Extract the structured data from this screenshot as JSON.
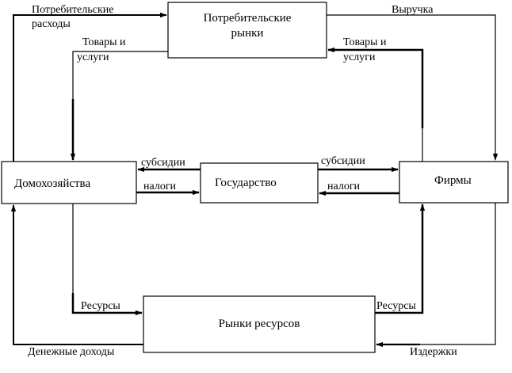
{
  "nodes": {
    "consumer_markets": [
      "Потребительские",
      "рынки"
    ],
    "households": "Домохозяйства",
    "government": "Государство",
    "firms": "Фирмы",
    "resource_markets": "Рынки ресурсов"
  },
  "edges": {
    "consumer_spending": [
      "Потребительские",
      "расходы"
    ],
    "revenue": "Выручка",
    "goods_to_households": [
      "Товары и",
      "услуги"
    ],
    "goods_from_firms": [
      "Товары и",
      "услуги"
    ],
    "subsidies_to_households": "субсидии",
    "taxes_from_households": "налоги",
    "subsidies_to_firms": "субсидии",
    "taxes_from_firms": "налоги",
    "resources_from_households": "Ресурсы",
    "resources_to_firms": "Ресурсы",
    "money_income": "Денежные доходы",
    "costs": "Издержки"
  }
}
